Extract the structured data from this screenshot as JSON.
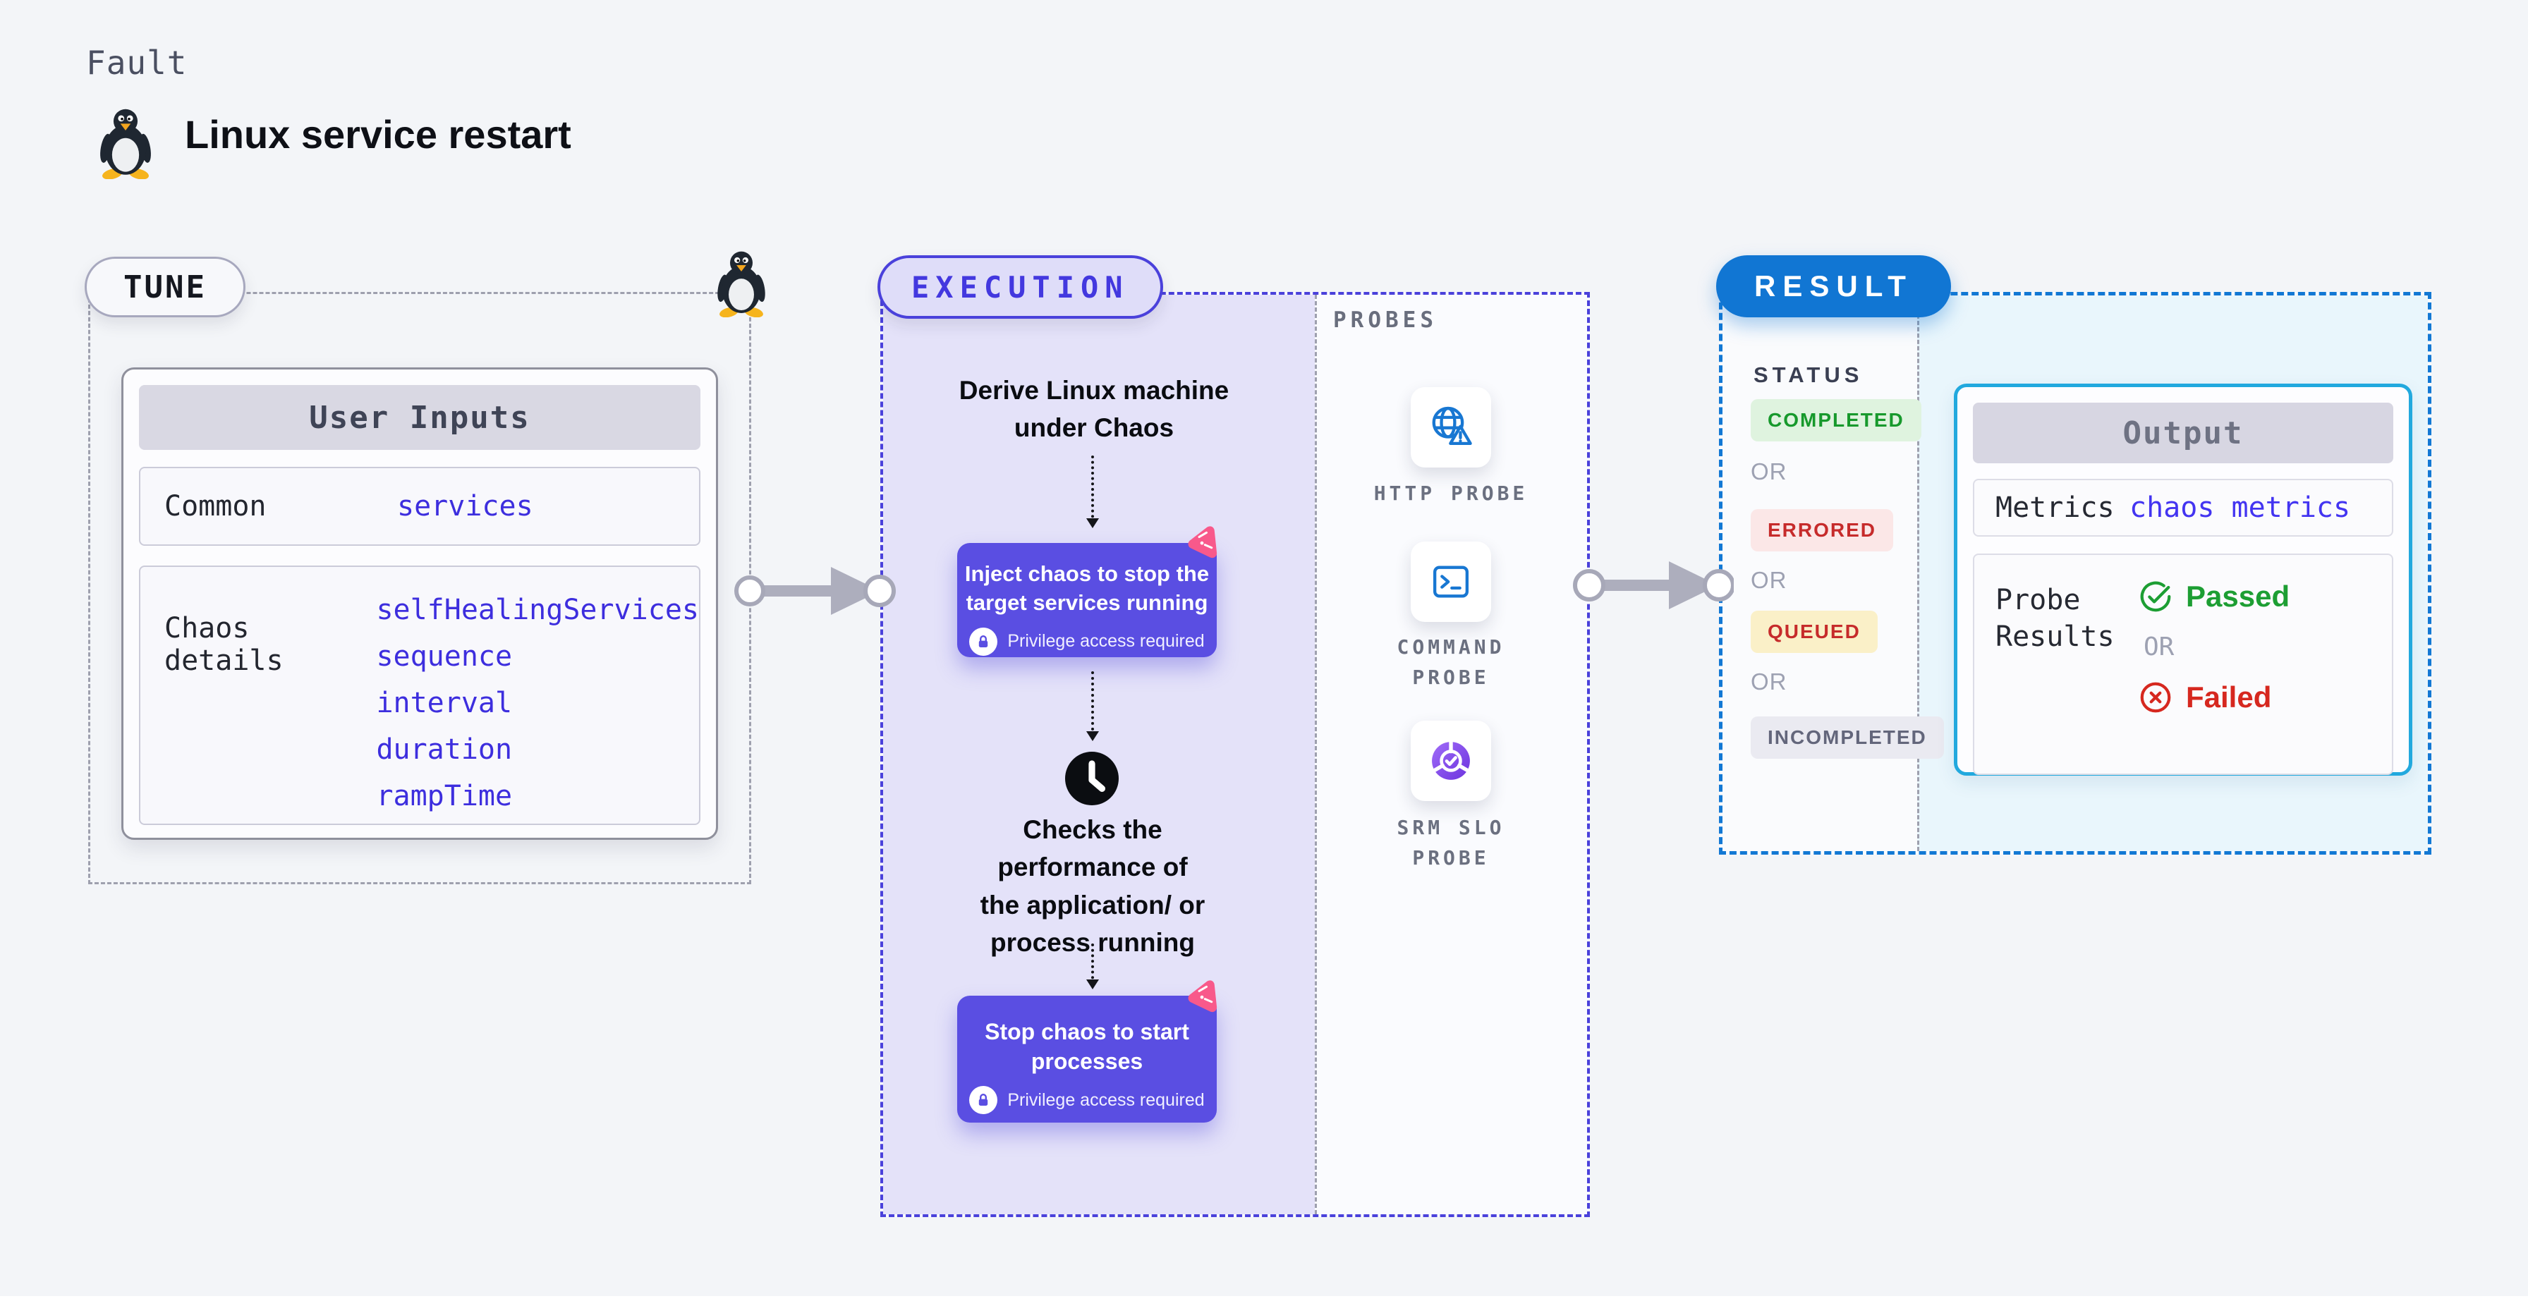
{
  "header": {
    "eyebrow": "Fault",
    "title": "Linux service restart",
    "icon": "tux-penguin-icon"
  },
  "tune": {
    "badge": "TUNE",
    "corner_icon": "tux-penguin-icon",
    "user_inputs": {
      "header": "User Inputs",
      "rows": [
        {
          "label": "Common",
          "values": [
            "services"
          ]
        },
        {
          "label": "Chaos details",
          "values": [
            "selfHealingServices",
            "sequence",
            "interval",
            "duration",
            "rampTime"
          ]
        }
      ]
    }
  },
  "execution": {
    "badge": "EXECUTION",
    "steps": {
      "derive": "Derive Linux machine\nunder Chaos",
      "inject": {
        "title": "Inject chaos to stop the\ntarget services running",
        "note": "Privilege access required",
        "note_icon": "lock-icon",
        "corner_icon": "chaos-burst-icon"
      },
      "checks": {
        "icon": "clock-icon",
        "text": "Checks the\nperformance of\nthe application/ or\nprocess running"
      },
      "stop": {
        "title": "Stop chaos to start\nprocesses",
        "note": "Privilege access required",
        "note_icon": "lock-icon",
        "corner_icon": "chaos-burst-icon"
      }
    },
    "probes": {
      "label": "PROBES",
      "items": [
        {
          "name": "HTTP PROBE",
          "icon": "globe-alert-icon"
        },
        {
          "name": "COMMAND\nPROBE",
          "icon": "terminal-icon"
        },
        {
          "name": "SRM SLO\nPROBE",
          "icon": "slo-donut-check-icon"
        }
      ]
    }
  },
  "result": {
    "badge": "RESULT",
    "status": {
      "label": "STATUS",
      "items": [
        {
          "text": "COMPLETED",
          "kind": "success"
        },
        {
          "text": "OR",
          "kind": "or"
        },
        {
          "text": "ERRORED",
          "kind": "error"
        },
        {
          "text": "OR",
          "kind": "or"
        },
        {
          "text": "QUEUED",
          "kind": "queued"
        },
        {
          "text": "OR",
          "kind": "or"
        },
        {
          "text": "INCOMPLETED",
          "kind": "muted"
        }
      ]
    },
    "output": {
      "header": "Output",
      "metrics_label": "Metrics",
      "metrics_value": "chaos metrics",
      "probe_results_label": "Probe Results",
      "passed": "Passed",
      "passed_icon": "check-circle-icon",
      "or": "OR",
      "failed": "Failed",
      "failed_icon": "x-circle-icon"
    }
  },
  "colors": {
    "page_bg": "#F3F5F8",
    "execution_accent": "#4A41DB",
    "execution_fill": "#E4E2F9",
    "step_box": "#5A4EE2",
    "result_accent": "#1176D3",
    "output_border": "#22A9DE",
    "output_pane_bg": "#E9F6FC",
    "value_blue": "#3D2EDE",
    "success_green": "#1D9E33",
    "fail_red": "#D6281F",
    "queued_bg": "#FAF0C8",
    "probe_icon_blue": "#1877D2",
    "chaos_pink": "#F8598B",
    "arrow_gray": "#ADAEBD"
  }
}
